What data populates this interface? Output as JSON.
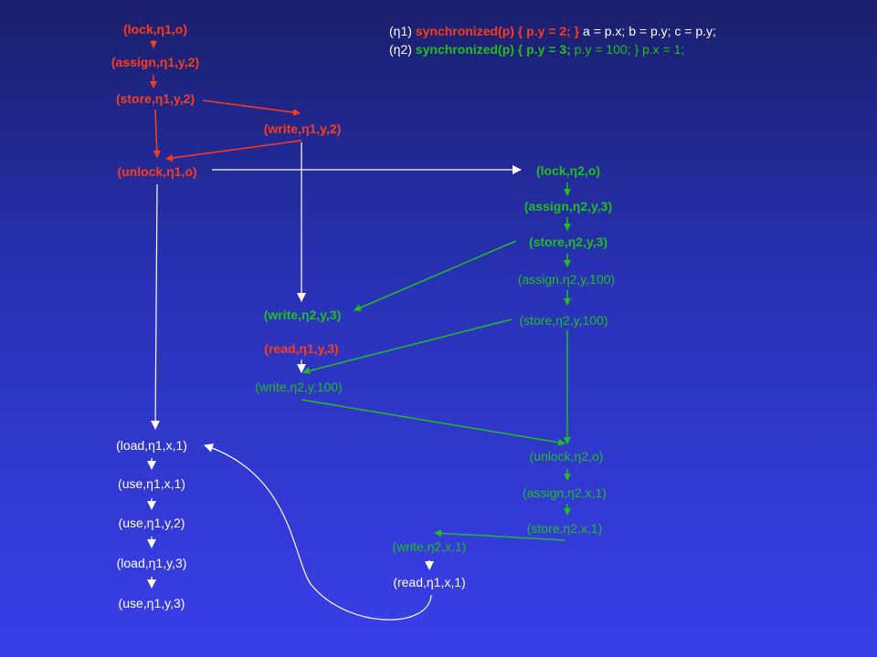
{
  "colors": {
    "thread1": "#ff3b1a",
    "thread2": "#1fbf1f",
    "plain": "#ffffff",
    "background": "#2a32b8"
  },
  "code": {
    "line1": {
      "tag": "(η1)",
      "sync": "synchronized(p) { p.y = 2; }",
      "rest": "a = p.x; b = p.y; c = p.y;"
    },
    "line2": {
      "tag": "(η2)",
      "sync": "synchronized(p) { p.y = 3;",
      "rest": "p.y = 100; } p.x = 1;"
    }
  },
  "nodes": {
    "n1": "(lock,η1,o)",
    "n2": "(assign,η1,y,2)",
    "n3": "(store,η1,y,2)",
    "n4": "(write,η1,y,2)",
    "n5": "(unlock,η1,o)",
    "n6": "(lock,η2,o)",
    "n7": "(assign,η2,y,3)",
    "n8": "(store,η2,y,3)",
    "n9": "(assign,η2,y,100)",
    "n10": "(store,η2,y,100)",
    "n11": "(write,η2,y,3)",
    "n12": "(read,η1,y,3)",
    "n13": "(write,η2,y,100)",
    "n14": "(load,η1,x,1)",
    "n15": "(use,η1,x,1)",
    "n16": "(use,η1,y,2)",
    "n17": "(load,η1,y,3)",
    "n18": "(use,η1,y,3)",
    "n19": "(unlock,η2,o)",
    "n20": "(assign,η2,x,1)",
    "n21": "(store,η2,x,1)",
    "n22": "(write,η2,x,1)",
    "n23": "(read,η1,x,1)"
  }
}
